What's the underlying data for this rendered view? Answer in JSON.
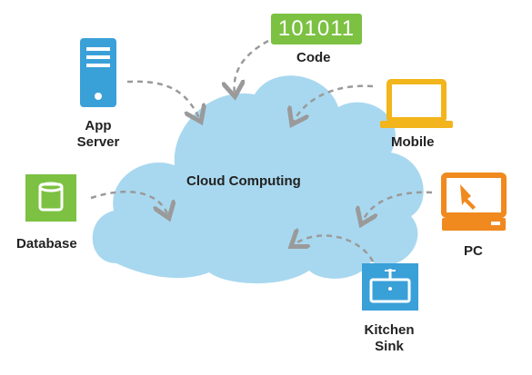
{
  "diagram": {
    "center_label": "Cloud Computing",
    "code_badge": "101011",
    "nodes": {
      "code": "Code",
      "app_server": [
        "App",
        "Server"
      ],
      "mobile": "Mobile",
      "database": "Database",
      "pc": "PC",
      "kitchen_sink": [
        "Kitchen",
        "Sink"
      ]
    },
    "colors": {
      "cloud": "#a8d8ef",
      "arrows": "#9a9a9a",
      "app_server": "#3aa0d8",
      "code": "#7cc142",
      "mobile": "#f3b51c",
      "database": "#7cc142",
      "pc": "#f0891e",
      "kitchen_sink": "#3aa0d8"
    },
    "icons": [
      "server-icon",
      "code-badge-icon",
      "laptop-icon",
      "database-icon",
      "desktop-pc-icon",
      "sink-icon"
    ]
  }
}
